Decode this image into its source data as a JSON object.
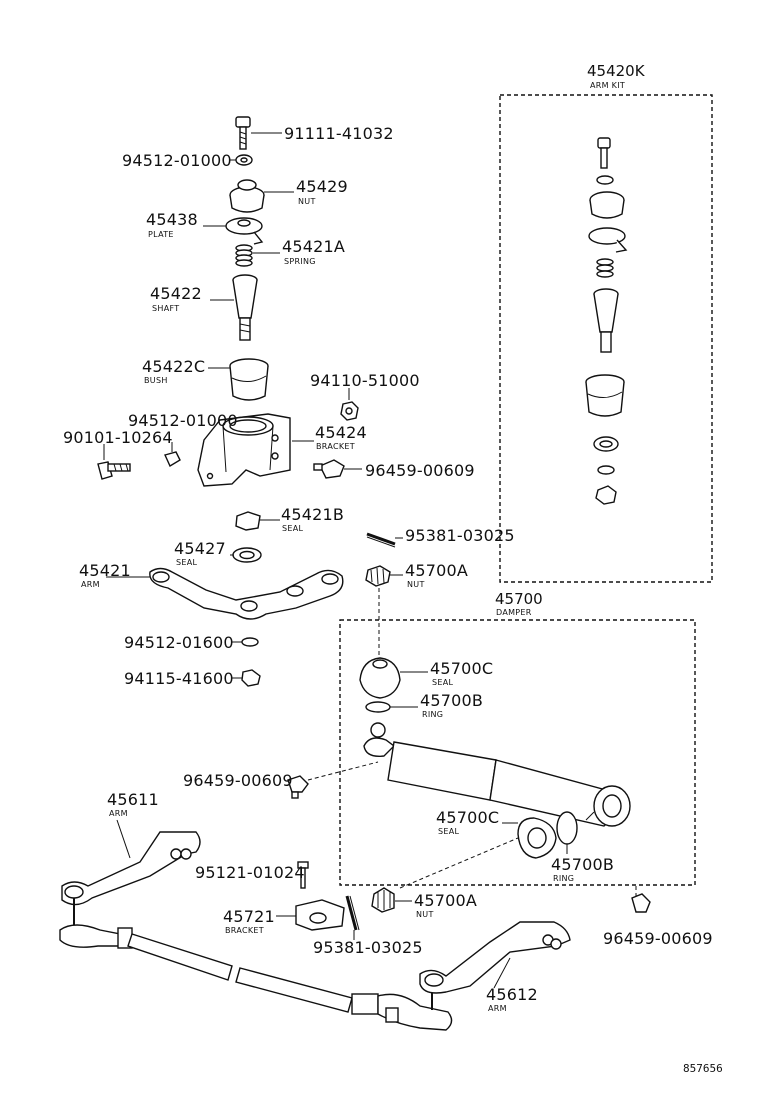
{
  "parts": {
    "p91111": {
      "number": "91111-41032",
      "name": ""
    },
    "p94512a": {
      "number": "94512-01000",
      "name": ""
    },
    "p45429": {
      "number": "45429",
      "name": "NUT"
    },
    "p45438": {
      "number": "45438",
      "name": "PLATE"
    },
    "p45421a": {
      "number": "45421A",
      "name": "SPRING"
    },
    "p45422": {
      "number": "45422",
      "name": "SHAFT"
    },
    "p45422c": {
      "number": "45422C",
      "name": "BUSH"
    },
    "p94110": {
      "number": "94110-51000",
      "name": ""
    },
    "p94512b": {
      "number": "94512-01000",
      "name": ""
    },
    "p90101": {
      "number": "90101-10264",
      "name": ""
    },
    "p45424": {
      "number": "45424",
      "name": "BRACKET"
    },
    "p96459a": {
      "number": "96459-00609",
      "name": ""
    },
    "p45421b": {
      "number": "45421B",
      "name": "SEAL"
    },
    "p95381a": {
      "number": "95381-03025",
      "name": ""
    },
    "p45427": {
      "number": "45427",
      "name": "SEAL"
    },
    "p45421": {
      "number": "45421",
      "name": "ARM"
    },
    "p45700a1": {
      "number": "45700A",
      "name": "NUT"
    },
    "p45700": {
      "number": "45700",
      "name": "DAMPER"
    },
    "p94512c": {
      "number": "94512-01600",
      "name": ""
    },
    "p94115": {
      "number": "94115-41600",
      "name": ""
    },
    "p45700c1": {
      "number": "45700C",
      "name": "SEAL"
    },
    "p45700b1": {
      "number": "45700B",
      "name": "RING"
    },
    "p96459b": {
      "number": "96459-00609",
      "name": ""
    },
    "p45611": {
      "number": "45611",
      "name": "ARM"
    },
    "p45700c2": {
      "number": "45700C",
      "name": "SEAL"
    },
    "p45700b2": {
      "number": "45700B",
      "name": "RING"
    },
    "p95121": {
      "number": "95121-01024",
      "name": ""
    },
    "p45721": {
      "number": "45721",
      "name": "BRACKET"
    },
    "p45700a2": {
      "number": "45700A",
      "name": "NUT"
    },
    "p95381b": {
      "number": "95381-03025",
      "name": ""
    },
    "p96459c": {
      "number": "96459-00609",
      "name": ""
    },
    "p45612": {
      "number": "45612",
      "name": "ARM"
    }
  },
  "kit": {
    "number": "45420K",
    "name": "ARM KIT"
  },
  "footer": {
    "diagram_ref": "857656"
  }
}
